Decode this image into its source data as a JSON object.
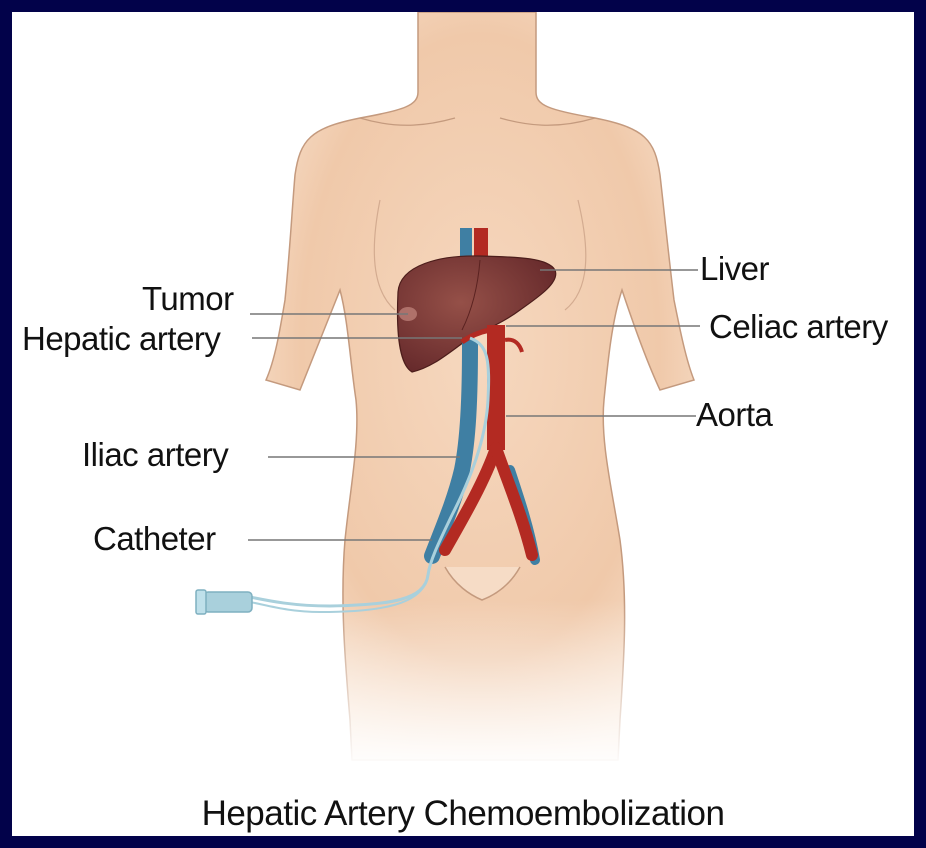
{
  "labels": {
    "tumor": "Tumor",
    "hepatic_artery": "Hepatic artery",
    "iliac_artery": "Iliac artery",
    "catheter": "Catheter",
    "liver": "Liver",
    "celiac_artery": "Celiac artery",
    "aorta": "Aorta"
  },
  "caption": "Hepatic Artery Chemoembolization",
  "colors": {
    "frame": "#02024a",
    "skin": "#f4d2b6",
    "liver": "#7a3530",
    "aorta": "#b32a22",
    "vein": "#3f7fa3",
    "catheter": "#a9d0dc"
  }
}
